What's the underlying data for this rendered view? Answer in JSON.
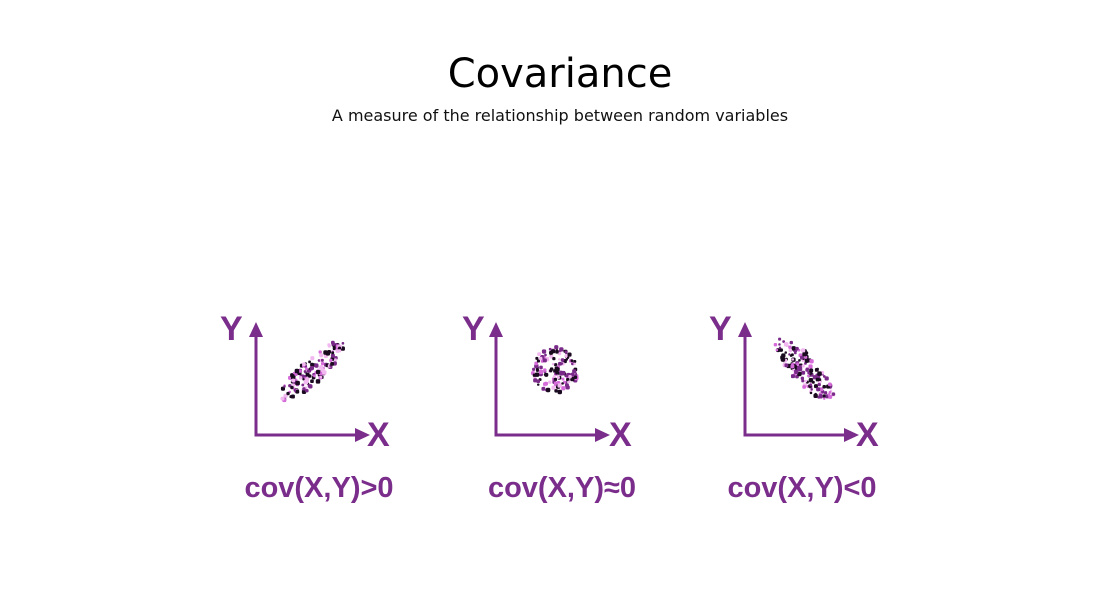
{
  "header": {
    "title": "Covariance",
    "subtitle": "A measure of the relationship between random variables"
  },
  "colors": {
    "accent": "#7B2D8B",
    "dot_dark": "#1a0a1f",
    "dot_mid": "#7a2a88",
    "dot_light": "#d56cd9"
  },
  "panels": [
    {
      "id": "positive",
      "y_label": "Y",
      "x_label": "X",
      "caption": "cov(X,Y)>0",
      "correlation": 0.9
    },
    {
      "id": "zero",
      "y_label": "Y",
      "x_label": "X",
      "caption": "cov(X,Y)≈0",
      "correlation": 0
    },
    {
      "id": "negative",
      "y_label": "Y",
      "x_label": "X",
      "caption": "cov(X,Y)<0",
      "correlation": -0.9
    }
  ]
}
